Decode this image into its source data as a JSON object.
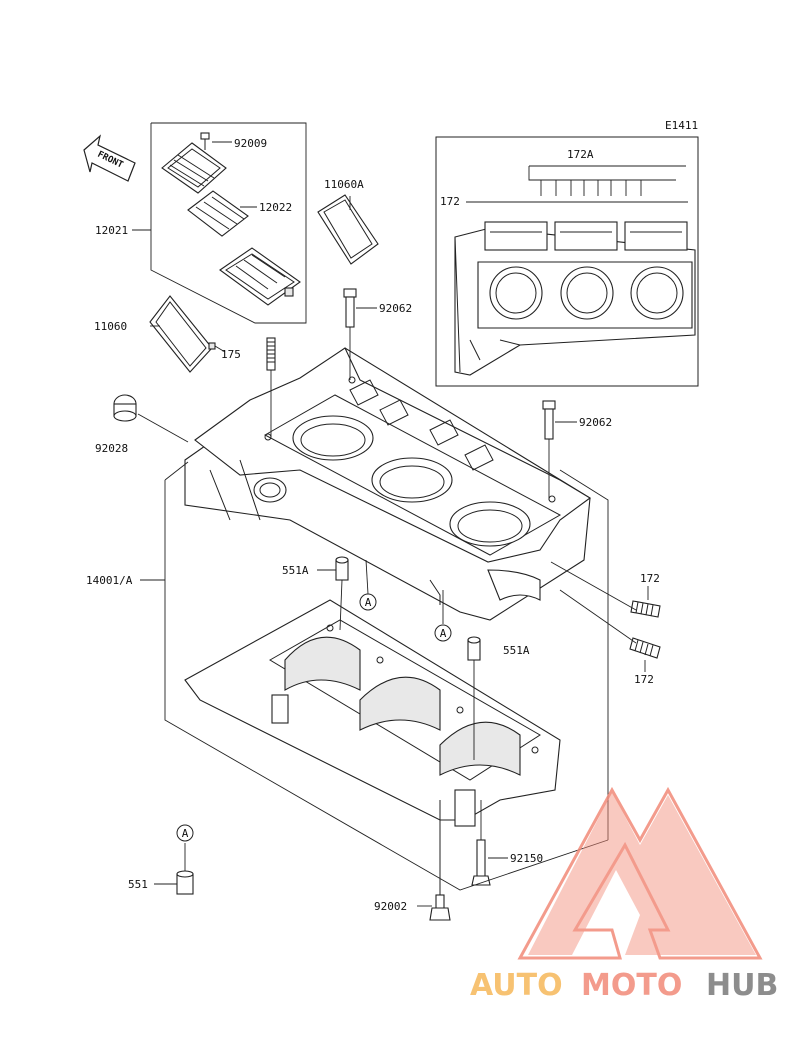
{
  "diagram_code": "E1411",
  "front_label": "FRONT",
  "part_labels": {
    "p92009": "92009",
    "p12022": "12022",
    "p12021": "12021",
    "p11060A": "11060A",
    "p11060": "11060",
    "p175": "175",
    "p92062_top": "92062",
    "p92062_mid": "92062",
    "p92028": "92028",
    "p172A": "172A",
    "p172_inset": "172",
    "p14001A": "14001/A",
    "p551A_left": "551A",
    "p551A_right": "551A",
    "p172_upper": "172",
    "p172_lower": "172",
    "p92150": "92150",
    "p551": "551",
    "p92002": "92002"
  },
  "ref_markers": {
    "marker_1": "A",
    "marker_2": "A",
    "marker_3": "A"
  },
  "watermark": {
    "word_auto": "AUTO",
    "word_moto": "MOTO",
    "word_hub": "HUB",
    "colors": {
      "auto": "#f6b85a",
      "moto": "#f28a78",
      "hub": "#7a7a7a",
      "triangle": "#f28a78"
    }
  }
}
